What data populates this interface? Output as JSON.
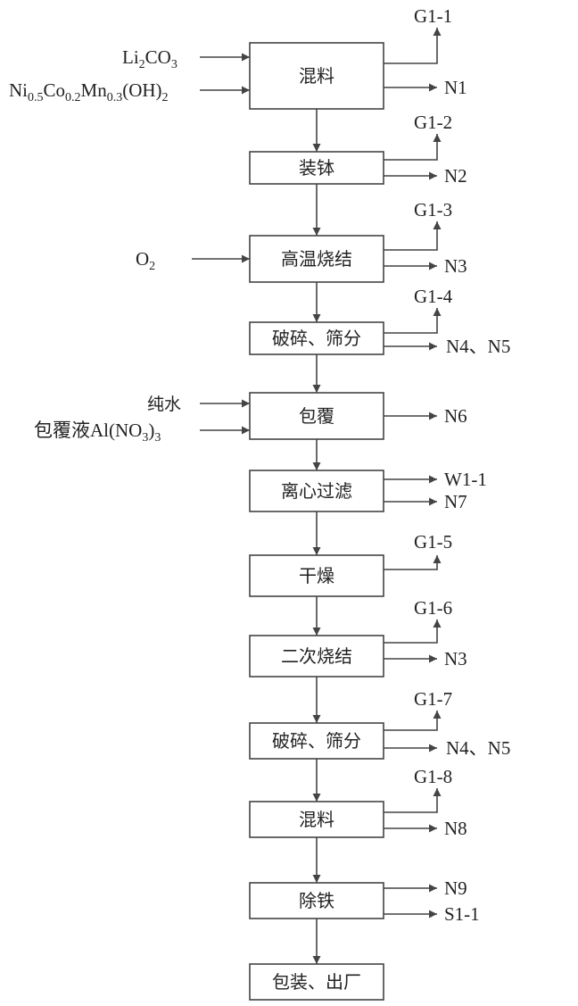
{
  "steps": [
    "混料",
    "装钵",
    "高温烧结",
    "破碎、筛分",
    "包覆",
    "离心过滤",
    "干燥",
    "二次烧结",
    "破碎、筛分",
    "混料",
    "除铁",
    "包装、出厂"
  ],
  "inputs": {
    "li2co3": {
      "a": "Li",
      "a_sub": "2",
      "b": "CO",
      "b_sub": "3"
    },
    "precursor": {
      "ni": "Ni",
      "ni_sub": "0.5",
      "co": "Co",
      "co_sub": "0.2",
      "mn": "Mn",
      "mn_sub": "0.3",
      "oh": "(OH)",
      "oh_sub": "2"
    },
    "o2": {
      "a": "O",
      "a_sub": "2"
    },
    "water": "纯水",
    "coating": {
      "a": "包覆液Al(NO",
      "a_sub": "3",
      "b": ")",
      "b_sub": "3"
    }
  },
  "outputs": {
    "g1_1": "G1-1",
    "n1": "N1",
    "g1_2": "G1-2",
    "n2": "N2",
    "g1_3": "G1-3",
    "n3a": "N3",
    "g1_4": "G1-4",
    "n45a": "N4、N5",
    "n6": "N6",
    "w1_1": "W1-1",
    "n7": "N7",
    "g1_5": "G1-5",
    "g1_6": "G1-6",
    "n3b": "N3",
    "g1_7": "G1-7",
    "n45b": "N4、N5",
    "g1_8": "G1-8",
    "n8": "N8",
    "n9": "N9",
    "s1_1": "S1-1"
  }
}
